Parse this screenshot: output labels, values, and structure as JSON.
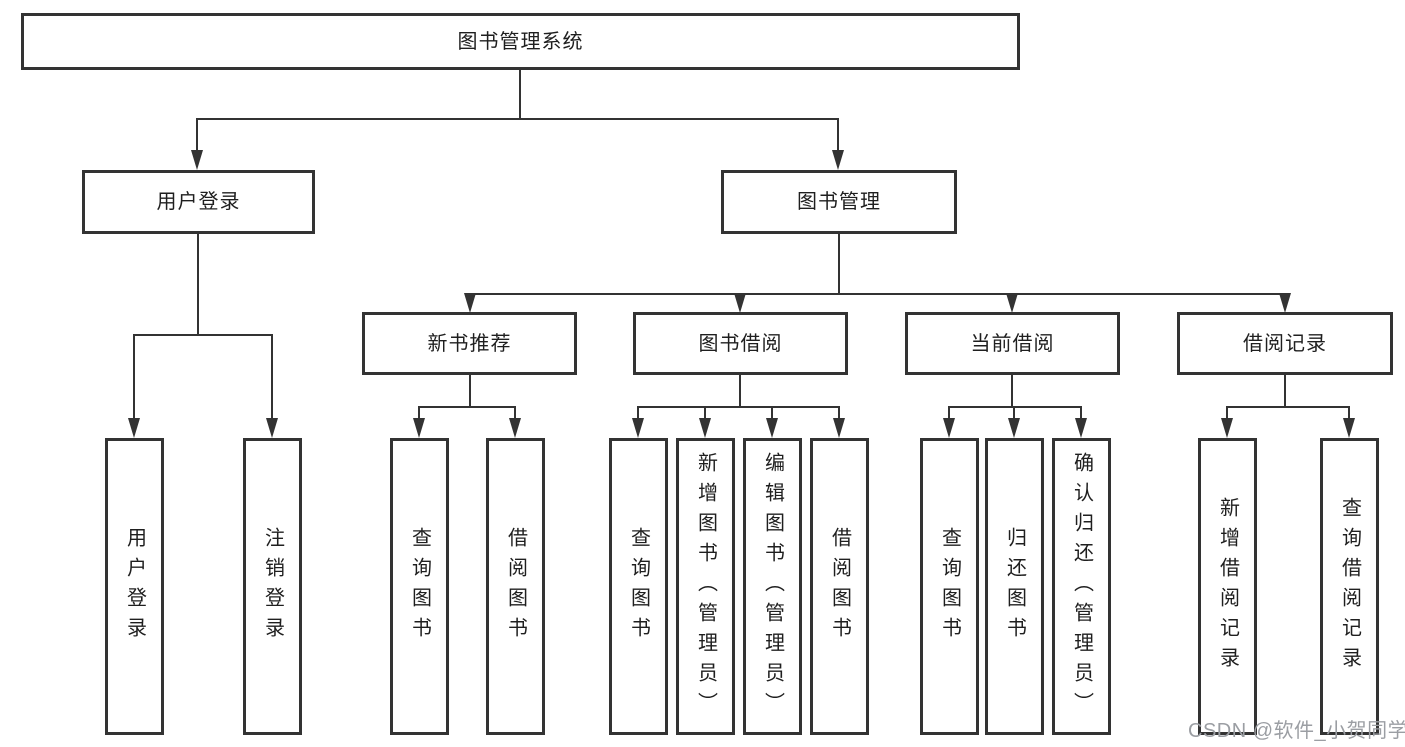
{
  "colors": {
    "line": "#333333",
    "text": "#1f1f1f",
    "watermark": "#9b9ea3",
    "background": "#ffffff"
  },
  "diagram": {
    "root": {
      "label": "图书管理系统"
    },
    "level2": {
      "user_login": {
        "label": "用户登录"
      },
      "book_management": {
        "label": "图书管理"
      }
    },
    "level3": {
      "new_book_recommend": {
        "label": "新书推荐"
      },
      "book_borrow": {
        "label": "图书借阅"
      },
      "current_borrow": {
        "label": "当前借阅"
      },
      "borrow_records": {
        "label": "借阅记录"
      }
    },
    "leaves": {
      "user_login": {
        "label": "用户登录"
      },
      "logout": {
        "label": "注销登录"
      },
      "query_books_recommend": {
        "label": "查询图书"
      },
      "borrow_books_recommend": {
        "label": "借阅图书"
      },
      "query_books_borrow": {
        "label": "查询图书"
      },
      "add_books_admin": {
        "label": "新增图书（管理员）"
      },
      "edit_books_admin": {
        "label": "编辑图书（管理员）"
      },
      "borrow_books": {
        "label": "借阅图书"
      },
      "query_books_current": {
        "label": "查询图书"
      },
      "return_books": {
        "label": "归还图书"
      },
      "confirm_return_admin": {
        "label": "确认归还（管理员）"
      },
      "add_borrow_record": {
        "label": "新增借阅记录"
      },
      "query_borrow_record": {
        "label": "查询借阅记录"
      }
    }
  },
  "watermark": {
    "text": "CSDN @软件_小贺同学"
  }
}
